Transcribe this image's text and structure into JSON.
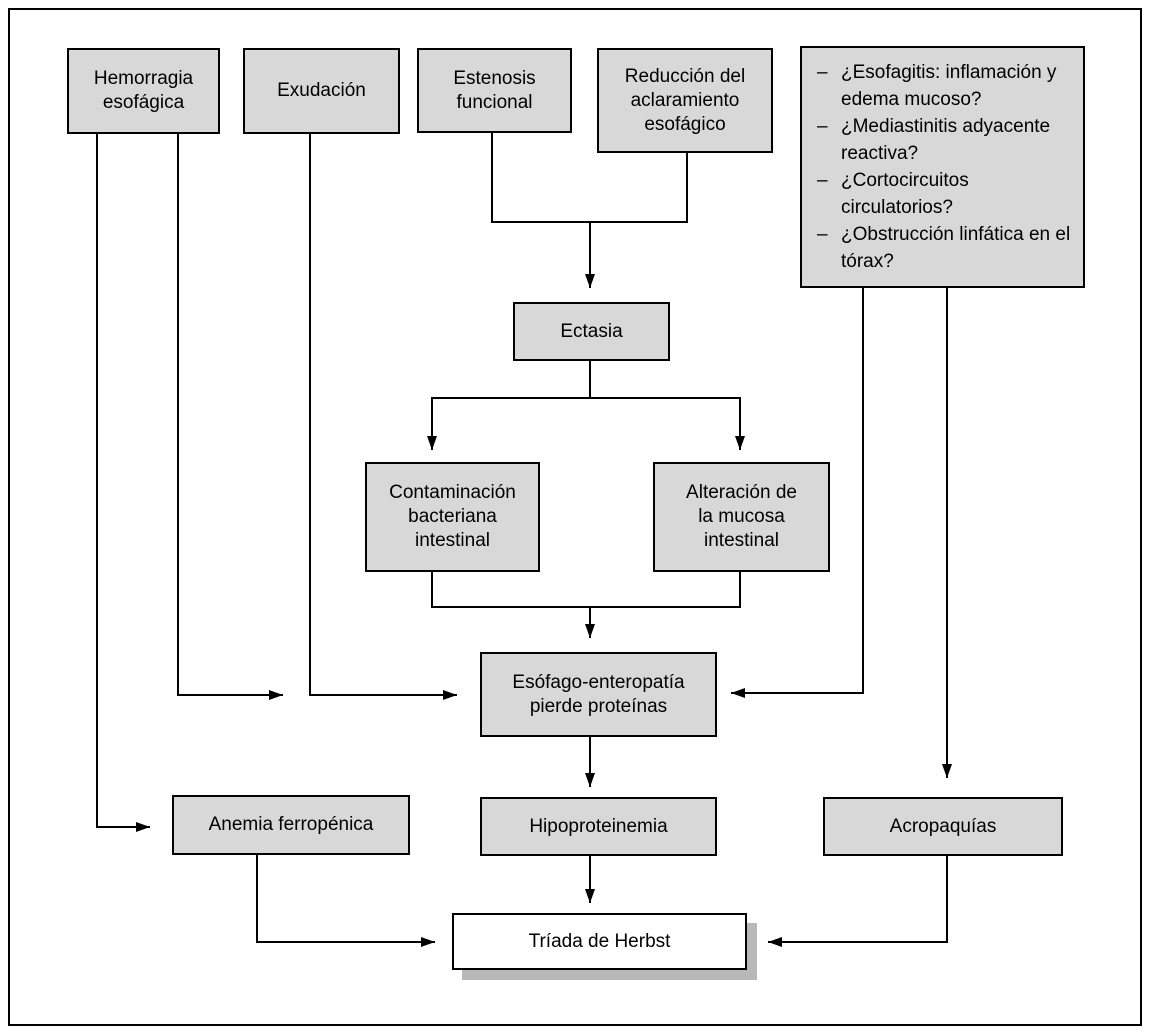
{
  "diagram": {
    "type": "flowchart",
    "language": "es",
    "nodes": {
      "hemorragia": {
        "label": "Hemorragia\nesofágica"
      },
      "exudacion": {
        "label": "Exudación"
      },
      "estenosis": {
        "label": "Estenosis\nfuncional"
      },
      "reduccion": {
        "label": "Reducción del\naclaramiento\nesofágico"
      },
      "ectasia": {
        "label": "Ectasia"
      },
      "contaminacion": {
        "label": "Contaminación\nbacteriana\nintestinal"
      },
      "alteracion": {
        "label": "Alteración de\nla mucosa\nintestinal"
      },
      "esofago": {
        "label": "Esófago-enteropatía\npierde proteínas"
      },
      "anemia": {
        "label": "Anemia ferropénica"
      },
      "hipoproteinemia": {
        "label": "Hipoproteinemia"
      },
      "acropaquias": {
        "label": "Acropaquías"
      },
      "triada": {
        "label": "Tríada de Herbst"
      }
    },
    "questions": {
      "bullet": "–",
      "items": [
        "¿Esofagitis: inflamación y edema mucoso?",
        "¿Mediastinitis adyacente reactiva?",
        "¿Cortocircuitos circulatorios?",
        "¿Obstrucción linfática en el tórax?"
      ]
    },
    "colors": {
      "box_fill": "#d8d8d8",
      "box_border": "#000000",
      "line": "#000000",
      "triada_fill": "#ffffff",
      "triada_shadow": "#b8b8b8",
      "background": "#ffffff"
    }
  }
}
